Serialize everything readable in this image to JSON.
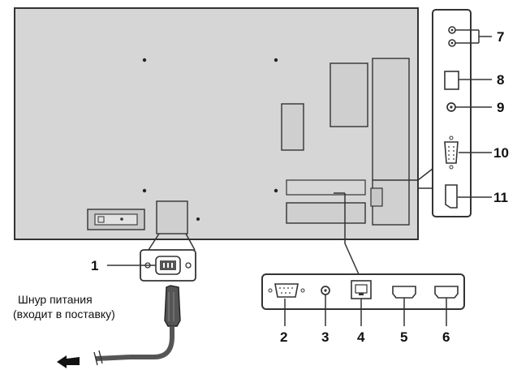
{
  "figure": {
    "callouts": [
      "1",
      "2",
      "3",
      "4",
      "5",
      "6",
      "7",
      "8",
      "9",
      "10",
      "11"
    ],
    "power_cord_caption": {
      "line1": "Шнур питания",
      "line2": "(входит в поставку)"
    }
  },
  "components": [
    {
      "callout": "1",
      "icon": "ac-power-inlet-icon"
    },
    {
      "callout": "2",
      "icon": "d-sub-9pin-serial-icon"
    },
    {
      "callout": "3",
      "icon": "audio-mini-jack-icon"
    },
    {
      "callout": "4",
      "icon": "rj45-lan-port-icon"
    },
    {
      "callout": "5",
      "icon": "hdmi-port-icon"
    },
    {
      "callout": "6",
      "icon": "hdmi-port-icon"
    },
    {
      "callout": "7",
      "icon": "dual-audio-jack-icon"
    },
    {
      "callout": "8",
      "icon": "usb-port-icon"
    },
    {
      "callout": "9",
      "icon": "audio-jack-icon"
    },
    {
      "callout": "10",
      "icon": "vga-port-icon"
    },
    {
      "callout": "11",
      "icon": "hdmi-port-icon"
    }
  ],
  "colors": {
    "panel_fill": "#d6d6d6",
    "outline": "#333333",
    "cable": "#555555"
  }
}
